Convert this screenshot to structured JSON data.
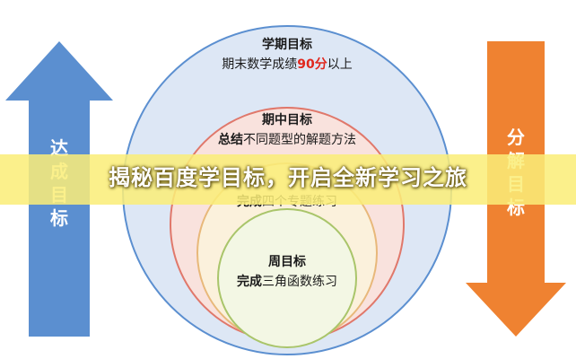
{
  "left_arrow": {
    "label": "达成目标",
    "color": "#5b8fd0"
  },
  "right_arrow": {
    "label": "分解目标",
    "color": "#ef8231"
  },
  "rings": {
    "semester": {
      "title": "学期目标",
      "desc_prefix": "期末数学成绩",
      "desc_highlight": "90分",
      "desc_suffix": "以上",
      "fill": "#dde7f5",
      "stroke": "#5b8fd0"
    },
    "midterm": {
      "title": "期中目标",
      "desc_bold": "总结",
      "desc_rest": "不同题型的解题方法",
      "fill": "#f9e2dd",
      "stroke": "#e0786b"
    },
    "monthly": {
      "desc_bold": "完成",
      "desc_rest": "四个专题练习",
      "fill": "#fbf1dc",
      "stroke": "#e8b87a"
    },
    "weekly": {
      "title": "周目标",
      "desc_bold": "完成",
      "desc_rest": "三角函数练习",
      "fill": "#f3f7e4",
      "stroke": "#a9c56a"
    }
  },
  "banner": {
    "text": "揭秘百度学目标，开启全新学习之旅"
  }
}
